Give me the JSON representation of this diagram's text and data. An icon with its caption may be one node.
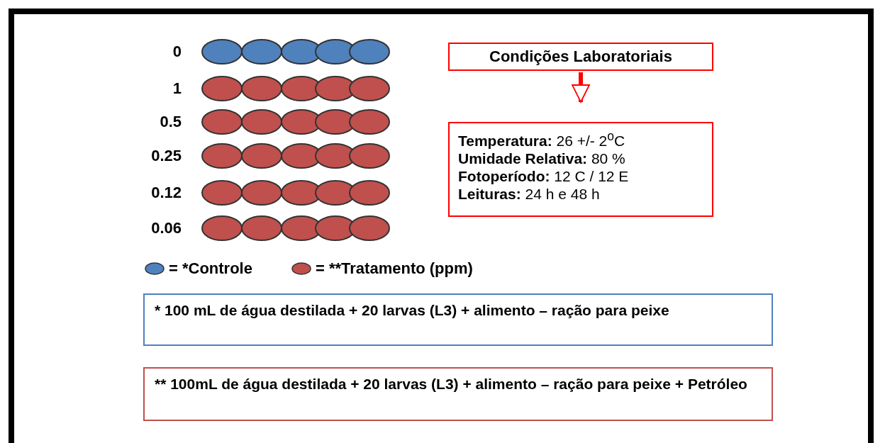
{
  "diagram": {
    "nodes": [
      {
        "text": [
          "Condições Laboratoriais"
        ]
      },
      {
        "text": [
          "**Temperatura:** 26 +/- 2$^{o}$C",
          "**Umidade Relativa:** 80 %",
          "**Fotoperíodo:** 12 C / 12 E",
          "**Leituras:** 24 h e 48 h"
        ]
      },
      {
        "text": [
          "* 100 mL de água destilada + 20 larvas (L3) + alimento – ração para peixe"
        ]
      },
      {
        "text": [
          "** 100mL de água destilada + 20 larvas (L3) + alimento – ração para peixe + Petróleo"
        ]
      }
    ],
    "edges": [
      {
        "from": 0,
        "to": 1,
        "arrow": "to"
      }
    ],
    "labels": [
      "0",
      "1",
      "0.5",
      "0.25",
      "0.12",
      "0.06"
    ],
    "legend": [
      {
        "text": "= *Controle",
        "color": "#4f81bd"
      },
      {
        "text": "= **Tratamento (ppm)",
        "color": "#c0504d"
      }
    ]
  }
}
